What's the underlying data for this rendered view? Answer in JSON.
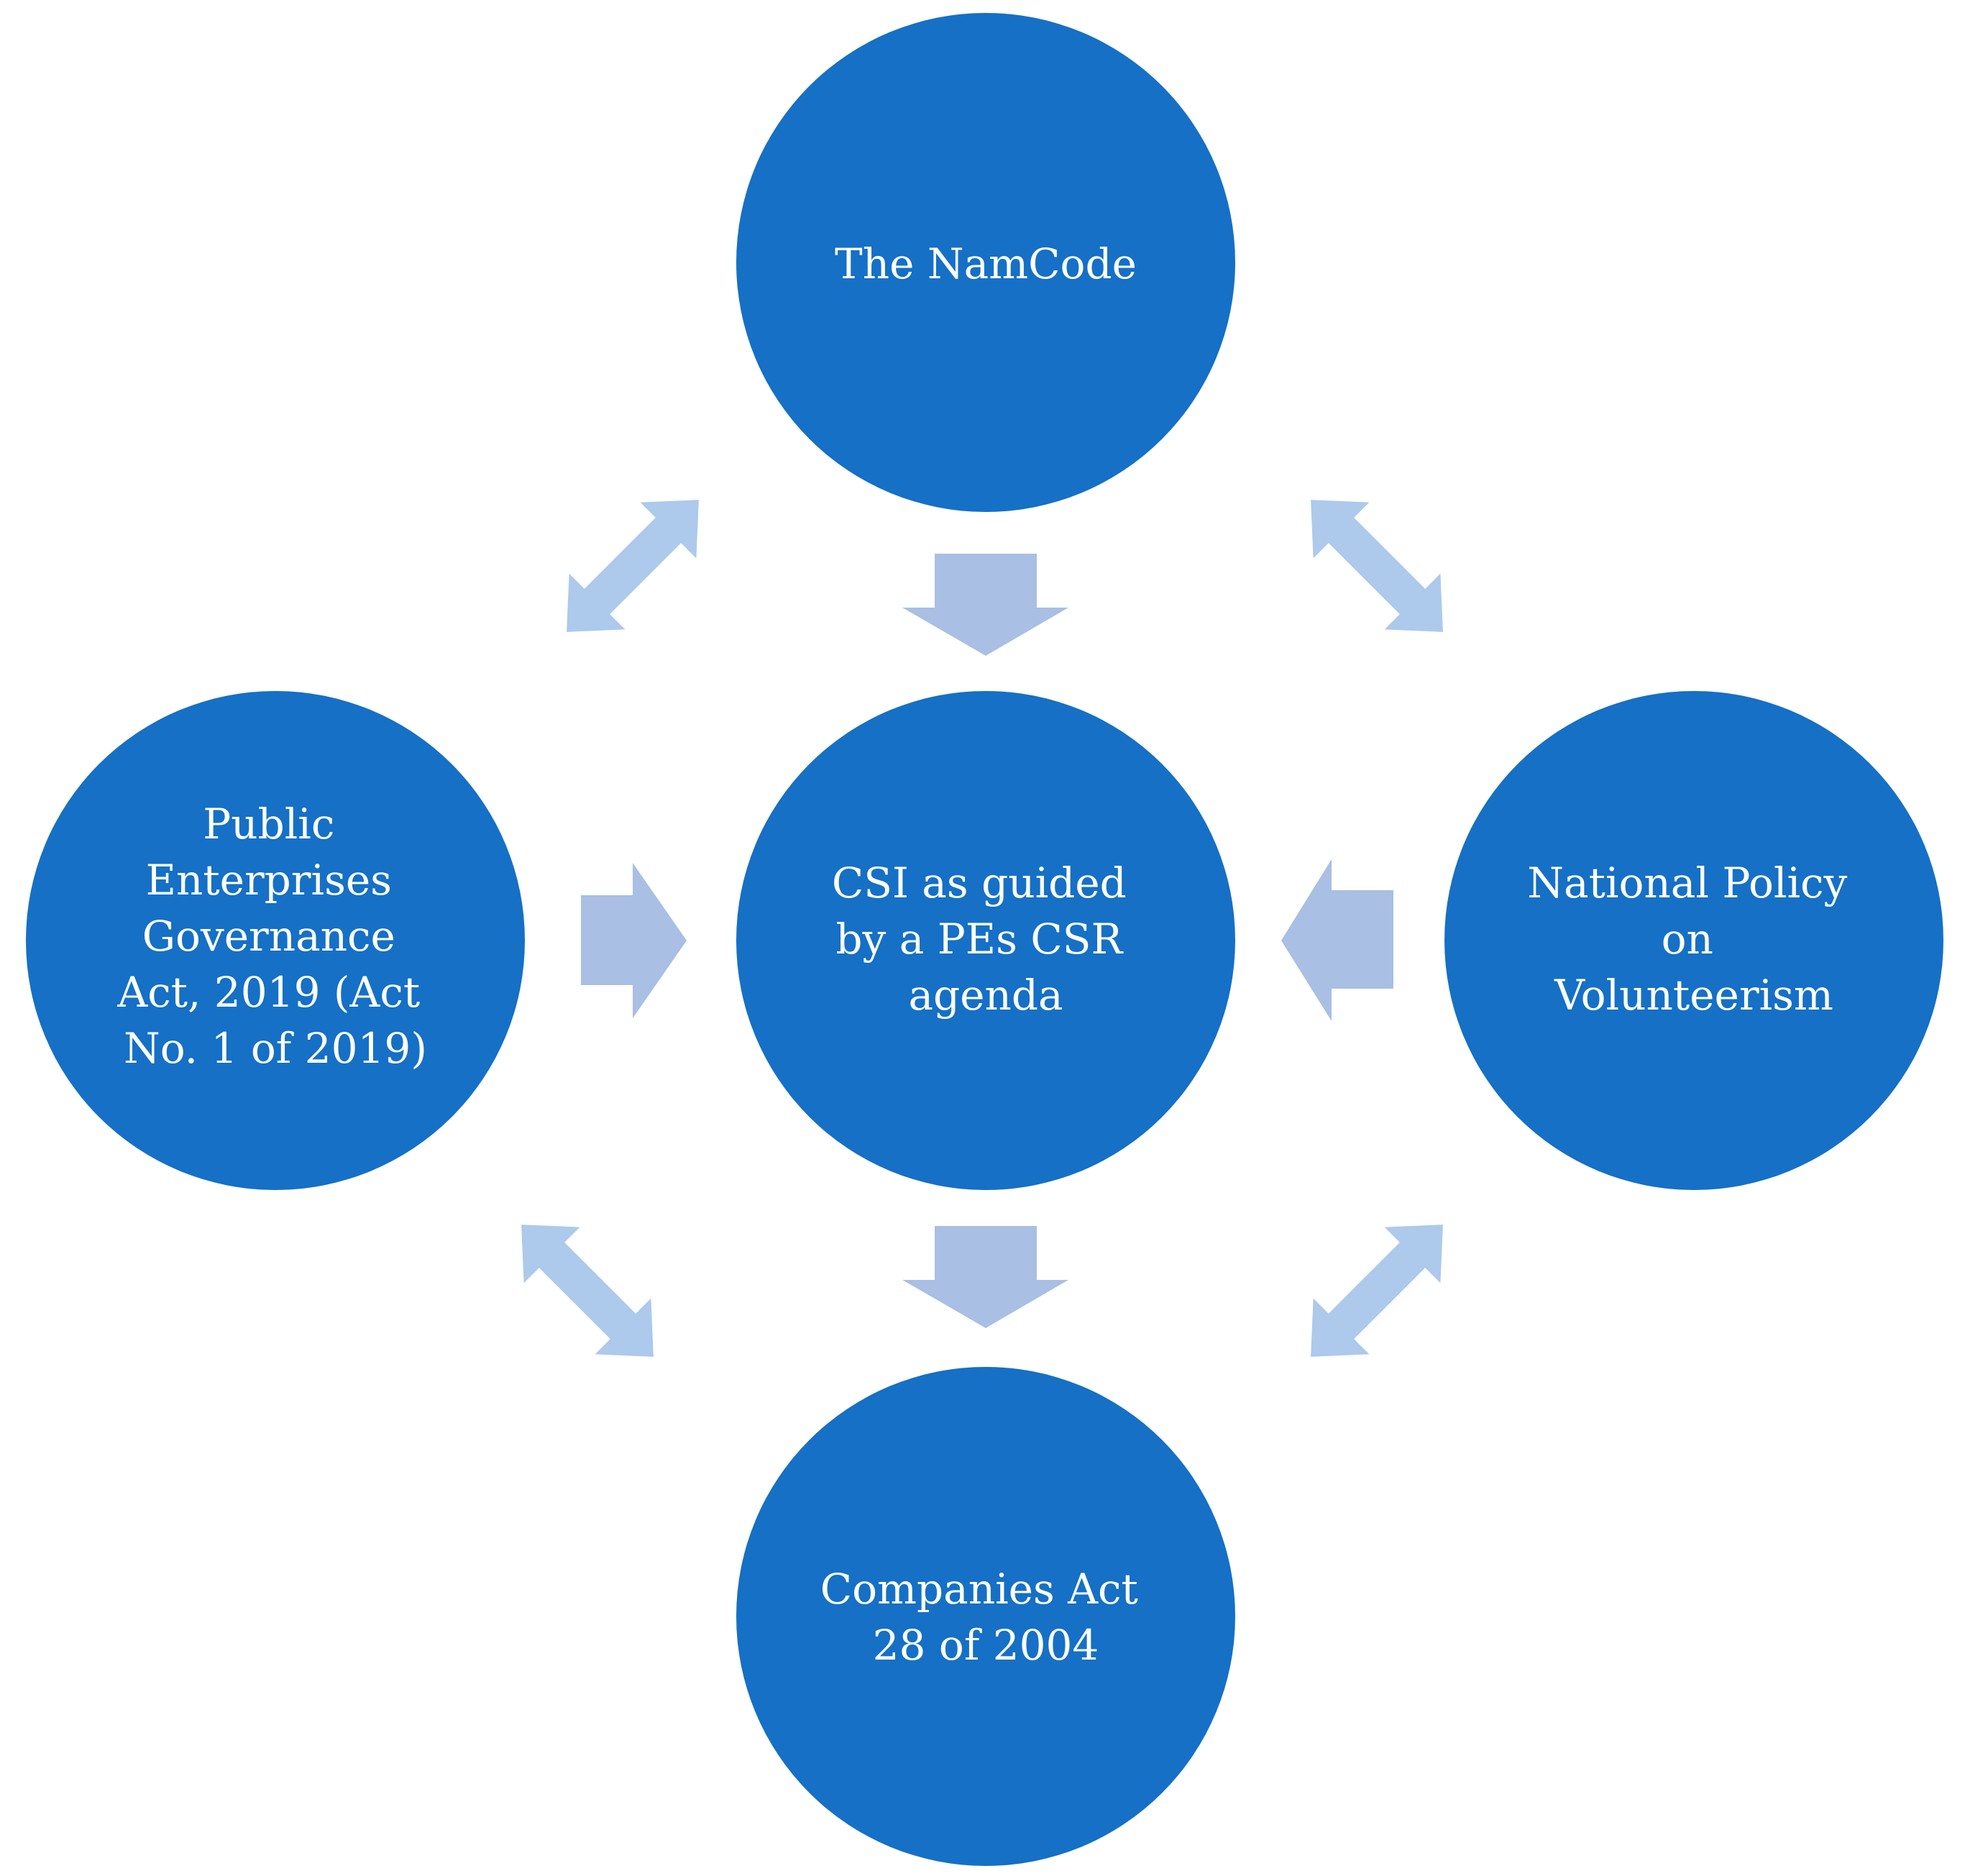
{
  "diagram": {
    "center": {
      "lines": [
        "CSI as guided",
        "by a PEs CSR",
        "agenda"
      ]
    },
    "top": {
      "lines": [
        "The NamCode"
      ]
    },
    "left": {
      "lines": [
        "Public",
        "Enterprises",
        "Governance",
        "Act, 2019 (Act",
        "No. 1 of 2019)"
      ]
    },
    "right": {
      "lines": [
        "National Policy",
        "on",
        "Volunteerism"
      ]
    },
    "bottom": {
      "lines": [
        "Companies Act",
        "28 of 2004"
      ]
    }
  },
  "colors": {
    "circle": "#1570c6",
    "label": "#ffffff",
    "arrow_straight": "#a9bfe3",
    "arrow_diagonal": "#adc9ec"
  }
}
